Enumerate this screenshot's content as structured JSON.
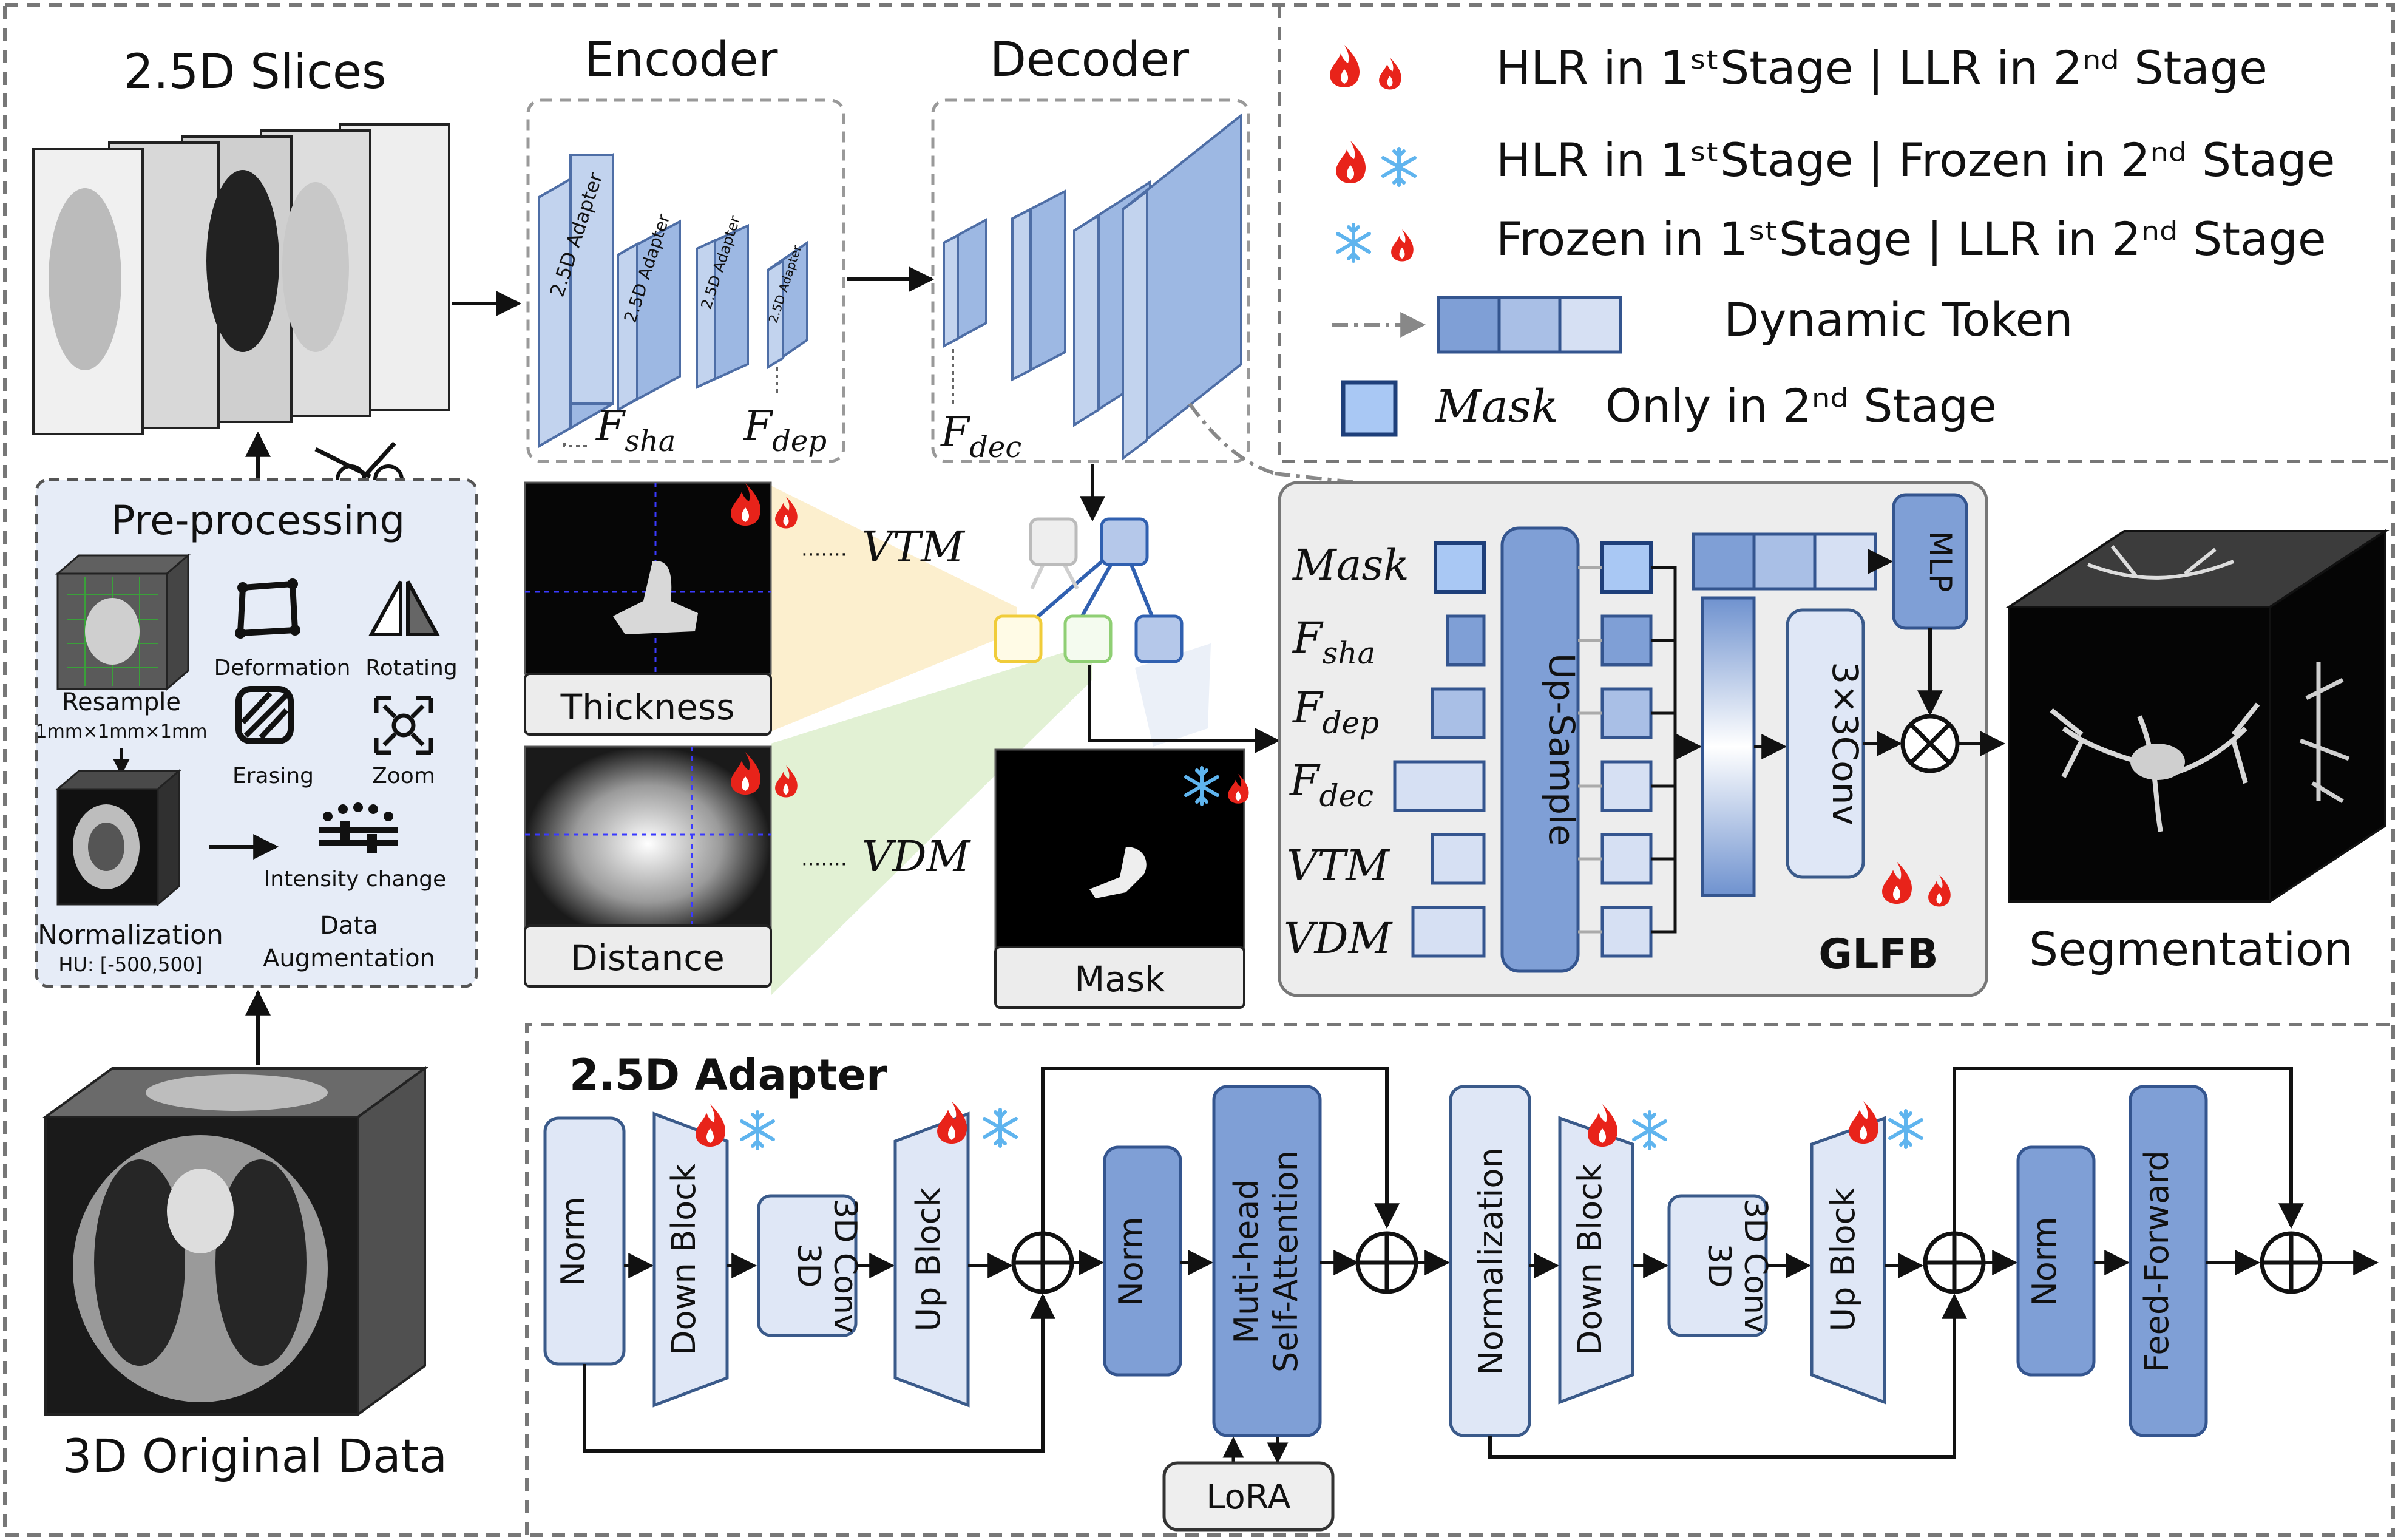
{
  "titles": {
    "slices": "2.5D Slices",
    "encoder": "Encoder",
    "decoder": "Decoder",
    "preprocessing": "Pre-processing",
    "original": "3D Original Data",
    "segmentation": "Segmentation",
    "adapter": "2.5D Adapter",
    "glfb": "GLFB"
  },
  "legend": {
    "row1": "HLR in 1ˢᵗStage | LLR in 2ⁿᵈ Stage",
    "row2": "HLR in 1ˢᵗStage | Frozen in 2ⁿᵈ Stage",
    "row3": "Frozen in 1ˢᵗStage | LLR in 2ⁿᵈ Stage",
    "dynamic_token": "Dynamic Token",
    "mask_word": "Mask",
    "only_second": "Only in 2ⁿᵈ Stage"
  },
  "encoder_blocks": [
    "2.5D Adapter",
    "2.5D Adapter",
    "2.5D Adapter",
    "2.5D Adapter"
  ],
  "features": {
    "f_sha": "F",
    "f_sha_sub": "sha",
    "f_dep": "F",
    "f_dep_sub": "dep",
    "f_dec": "F",
    "f_dec_sub": "dec"
  },
  "preprocessing": {
    "resample": "Resample",
    "resample_size": "1mm×1mm×1mm",
    "deformation": "Deformation",
    "rotating": "Rotating",
    "erasing": "Erasing",
    "zoom": "Zoom",
    "intensity": "Intensity change",
    "normalization": "Normalization",
    "hu": "HU:  [-500,500]",
    "augmentation_1": "Data",
    "augmentation_2": "Augmentation"
  },
  "maps": {
    "thickness": "Thickness",
    "distance": "Distance",
    "mask": "Mask",
    "vtm": "VTM",
    "vdm": "VDM"
  },
  "glfb": {
    "inputs": [
      "Mask",
      "F",
      "F",
      "F",
      "VTM",
      "VDM"
    ],
    "input_subs": [
      "",
      "sha",
      "dep",
      "dec",
      "",
      ""
    ],
    "upsample": "Up-Sample",
    "conv": "3×3Conv",
    "mlp": "MLP"
  },
  "adapter": {
    "norm1": "Norm",
    "down1": "Down Block",
    "conv1": "3D Conv",
    "up1": "Up Block",
    "norm2": "Norm",
    "mhsa1": "Muti-head",
    "mhsa2": "Self-Attention",
    "lora": "LoRA",
    "normalization": "Normalization",
    "down2": "Down Block",
    "conv2": "3D Conv",
    "up2": "Up Block",
    "norm3": "Norm",
    "ffn": "Feed-Forward"
  },
  "colors": {
    "flame": "#e8231a",
    "snow": "#5fb4ee",
    "light_box": "#dfe7f6",
    "dark_box": "#7f9fd6",
    "panel": "#e6ecf7"
  }
}
